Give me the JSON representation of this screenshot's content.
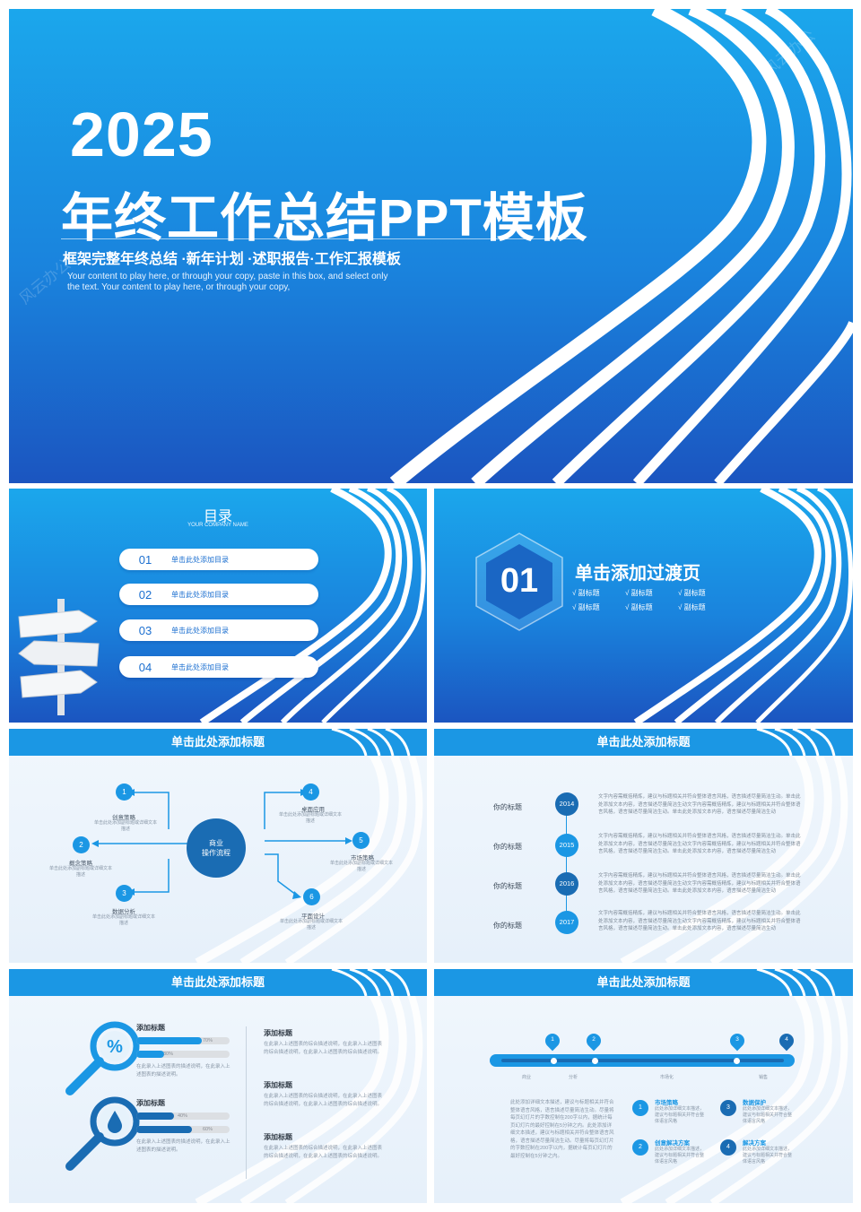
{
  "cover": {
    "year": "2025",
    "title": "年终工作总结PPT模板",
    "subtitle": "框架完整年终总结 ·新年计划 ·述职报告·工作汇报模板",
    "desc1": "Your content to play here, or through your copy, paste in this box, and select only",
    "desc2": "the text. Your content to play here, or through your copy,",
    "watermark": "风云办公"
  },
  "toc": {
    "title": "目录",
    "subtitle": "YOUR COMPANY NAME",
    "items": [
      {
        "num": "01",
        "label": "单击此处添加目录"
      },
      {
        "num": "02",
        "label": "单击此处添加目录"
      },
      {
        "num": "03",
        "label": "单击此处添加目录"
      },
      {
        "num": "04",
        "label": "单击此处添加目录"
      }
    ]
  },
  "transition": {
    "num": "01",
    "title": "单击添加过渡页",
    "subs": [
      "√ 副标题",
      "√ 副标题",
      "√ 副标题",
      "√ 副标题",
      "√ 副标题",
      "√ 副标题"
    ]
  },
  "flow": {
    "title": "单击此处添加标题",
    "center1": "商业",
    "center2": "操作流程",
    "nodes": [
      {
        "num": "1",
        "label": "创意策略",
        "desc": "单击此处添加副标题或详细文本描述"
      },
      {
        "num": "2",
        "label": "概念策略",
        "desc": "单击此处添加副标题或详细文本描述"
      },
      {
        "num": "3",
        "label": "数据分析",
        "desc": "单击此处添加副标题或详细文本描述"
      },
      {
        "num": "4",
        "label": "桌面应用",
        "desc": "单击此处添加副标题或详细文本描述"
      },
      {
        "num": "5",
        "label": "市场策略",
        "desc": "单击此处添加副标题或详细文本描述"
      },
      {
        "num": "6",
        "label": "平面设计",
        "desc": "单击此处添加副标题或详细文本描述"
      }
    ]
  },
  "timeline": {
    "title": "单击此处添加标题",
    "rows": [
      {
        "label": "你的标题",
        "year": "2014",
        "color": "#1a6cb3",
        "text": "文字内容需概括精炼，建议与标题相关并符合整体语言风格，语言描述尽量简洁生动。单击此处添加文本内容，语言描述尽量简洁生动文字内容需概括精炼，建议与标题相关并符合整体语言风格，语言描述尽量简洁生动。单击此处添加文本内容，语言描述尽量简洁生动"
      },
      {
        "label": "你的标题",
        "year": "2015",
        "color": "#1b97e4",
        "text": "文字内容需概括精炼，建议与标题相关并符合整体语言风格，语言描述尽量简洁生动。单击此处添加文本内容，语言描述尽量简洁生动文字内容需概括精炼，建议与标题相关并符合整体语言风格，语言描述尽量简洁生动。单击此处添加文本内容，语言描述尽量简洁生动"
      },
      {
        "label": "你的标题",
        "year": "2016",
        "color": "#1a6cb3",
        "text": "文字内容需概括精炼，建议与标题相关并符合整体语言风格，语言描述尽量简洁生动。单击此处添加文本内容，语言描述尽量简洁生动文字内容需概括精炼，建议与标题相关并符合整体语言风格，语言描述尽量简洁生动。单击此处添加文本内容，语言描述尽量简洁生动"
      },
      {
        "label": "你的标题",
        "year": "2017",
        "color": "#1b97e4",
        "text": "文字内容需概括精炼，建议与标题相关并符合整体语言风格，语言描述尽量简洁生动。单击此处添加文本内容，语言描述尽量简洁生动文字内容需概括精炼，建议与标题相关并符合整体语言风格，语言描述尽量简洁生动。单击此处添加文本内容，语言描述尽量简洁生动"
      }
    ]
  },
  "stats": {
    "title": "单击此处添加标题",
    "blocks": [
      {
        "heading": "添加标题",
        "bars": [
          {
            "pct": "70%",
            "value": 0.7
          },
          {
            "pct": "30%",
            "value": 0.3
          }
        ],
        "desc": "在此录入上述图表的描述说明，在此录入上述图表的描述说明。",
        "icon": "percent-icon"
      },
      {
        "heading": "添加标题",
        "bars": [
          {
            "pct": "40%",
            "value": 0.4
          },
          {
            "pct": "60%",
            "value": 0.6
          }
        ],
        "desc": "在此录入上述图表的描述说明，在此录入上述图表的描述说明。",
        "icon": "drop-icon"
      }
    ],
    "right": [
      {
        "heading": "添加标题",
        "text": "在此录入上述图表的综合描述说明，在此录入上述图表的综合描述说明，在此录入上述图表的综合描述说明。"
      },
      {
        "heading": "添加标题",
        "text": "在此录入上述图表的综合描述说明，在此录入上述图表的综合描述说明，在此录入上述图表的综合描述说明。"
      },
      {
        "heading": "添加标题",
        "text": "在此录入上述图表的综合描述说明，在此录入上述图表的综合描述说明，在此录入上述图表的综合描述说明。"
      }
    ]
  },
  "roadmap": {
    "title": "单击此处添加标题",
    "pins": [
      "1",
      "2",
      "3",
      "4"
    ],
    "axis": [
      "商业",
      "分析",
      "市场化",
      "销售"
    ],
    "para": "此处添加详细文本描述，建议与标题相关并符合整体语言风格，语言描述尽量简洁生动。尽量将每页幻灯片的字数控制在200字以内，据统计每页幻灯片的最好控制在5分钟之内。此处添加详细文本描述，建议与标题相关并符合整体语言风格，语言描述尽量简洁生动。尽量将每页幻灯片的字数控制在200字以内，据统计每页幻灯片的最好控制在5分钟之内。",
    "items": [
      {
        "num": "1",
        "title": "市场策略",
        "text": "此处添加详细文本描述，建议与标题相关并符合整体语言风格"
      },
      {
        "num": "2",
        "title": "创意解决方案",
        "text": "此处添加详细文本描述，建议与标题相关并符合整体语言风格"
      },
      {
        "num": "3",
        "title": "数据保护",
        "text": "此处添加详细文本描述，建议与标题相关并符合整体语言风格"
      },
      {
        "num": "4",
        "title": "解决方案",
        "text": "此处添加详细文本描述，建议与标题相关并符合整体语言风格"
      }
    ]
  }
}
